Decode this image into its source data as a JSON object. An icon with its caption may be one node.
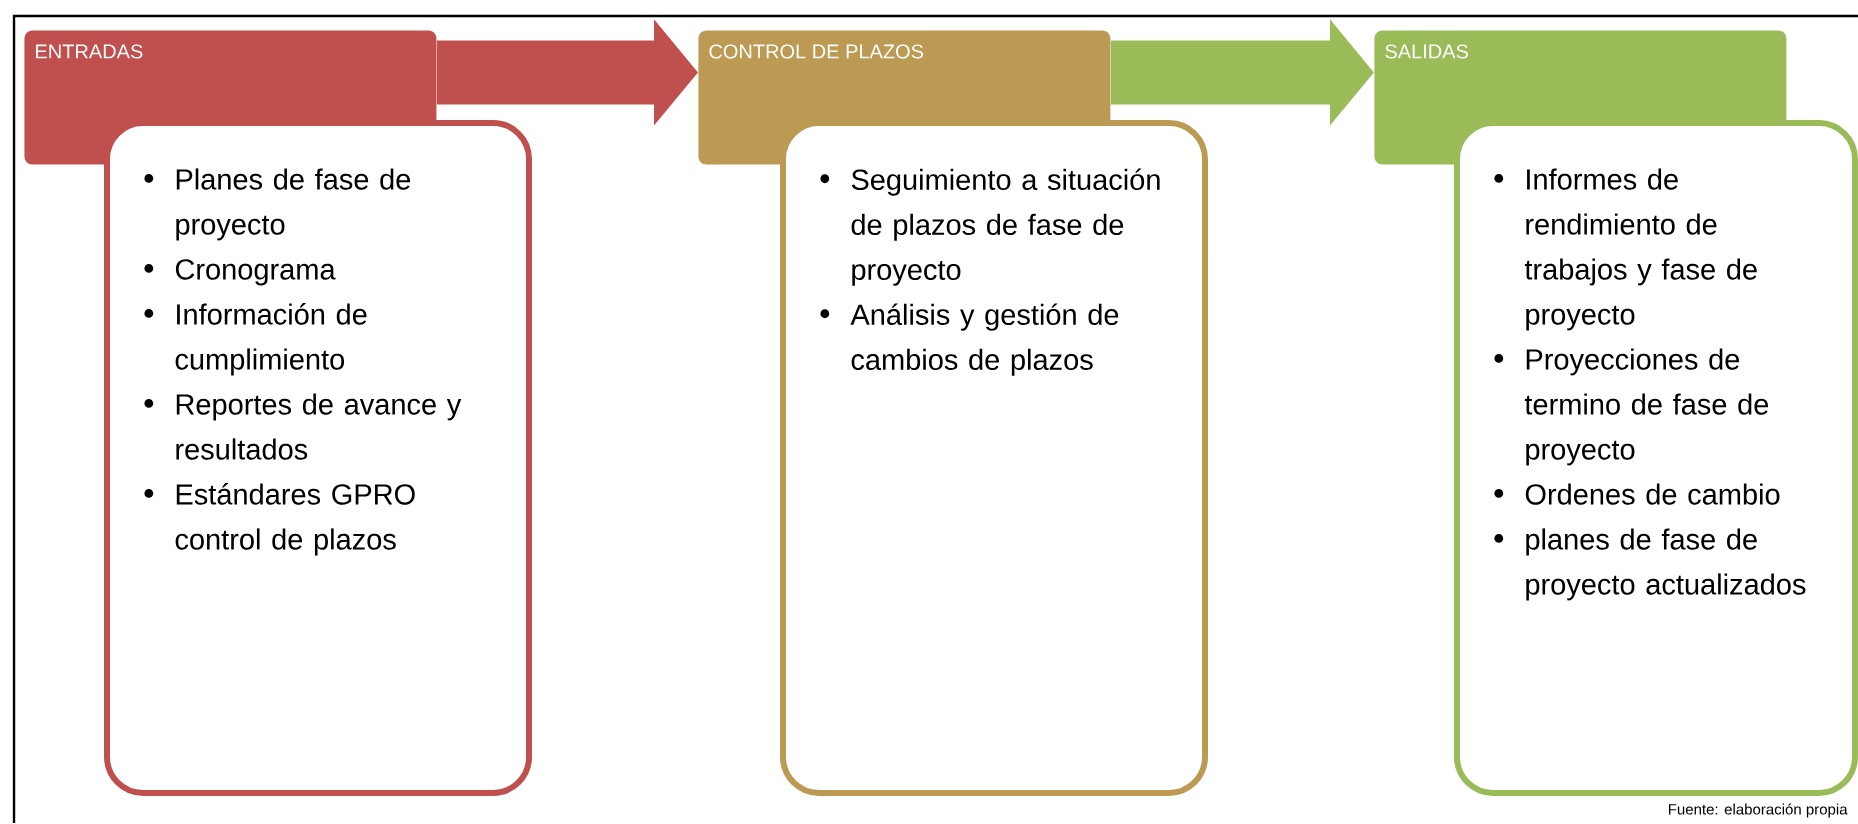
{
  "diagram": {
    "caption": "Fuente: elaboración propia",
    "nodes": [
      {
        "text": [
          "ENTRADAS"
        ]
      },
      {
        "text": [
          "Planes de fase de proyecto",
          "Cronograma",
          "Información de cumplimiento",
          "Reportes de avance y resultados",
          "Estándares GPRO control de plazos"
        ]
      },
      {
        "text": [
          "CONTROL DE PLAZOS"
        ]
      },
      {
        "text": [
          "Seguimiento a situación de plazos de fase de proyecto",
          "Análisis y gestión de cambios de plazos"
        ]
      },
      {
        "text": [
          "SALIDAS"
        ]
      },
      {
        "text": [
          "Informes de rendimiento de trabajos y fase de proyecto",
          "Proyecciones de termino de fase de proyecto",
          "Ordenes de cambio",
          "planes de fase de proyecto actualizados"
        ]
      }
    ],
    "edges": [
      {
        "from": 0,
        "to": 2,
        "arrow": "to",
        "color": "#c0504d"
      },
      {
        "from": 2,
        "to": 4,
        "arrow": "to",
        "color": "#9bbb59"
      }
    ]
  }
}
